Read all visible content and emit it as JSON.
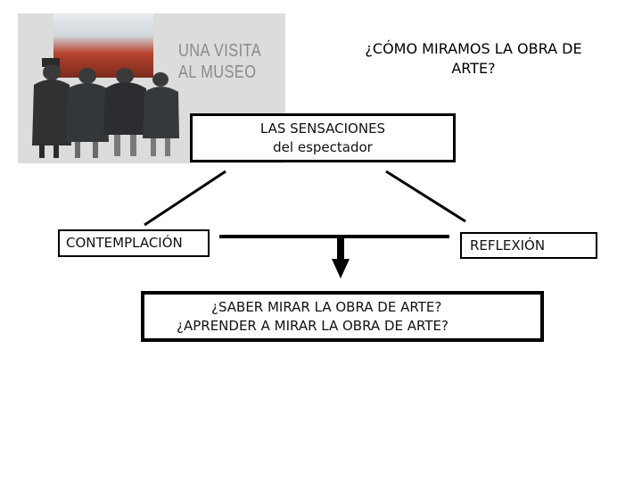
{
  "poster": {
    "title_line1": "UNA VISITA",
    "title_line2": "AL MUSEO"
  },
  "heading": {
    "line1": "¿CÓMO MIRAMOS LA OBRA DE",
    "line2": "ARTE?"
  },
  "diagram": {
    "top_box": {
      "line1": "LAS SENSACIONES",
      "line2": "del espectador"
    },
    "left_box": "CONTEMPLACIÓN",
    "right_box": "REFLEXIÓN",
    "bottom_box": {
      "line1": "¿SABER MIRAR LA OBRA DE ARTE?",
      "line2": "¿APRENDER A MIRAR LA OBRA DE ARTE?"
    }
  },
  "colors": {
    "border": "#000000",
    "poster_background": "#dcdcdc",
    "poster_title": "#8a8a8a"
  },
  "icons": {
    "arrow": "arrow-down-icon"
  }
}
